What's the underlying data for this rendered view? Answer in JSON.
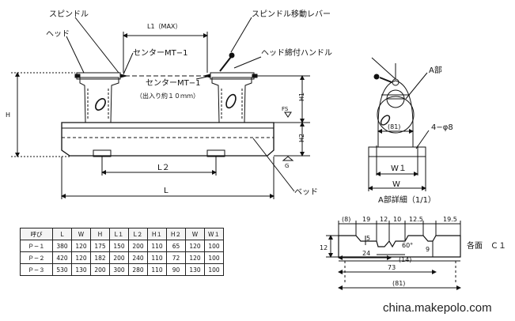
{
  "labels": {
    "spindle": "スピンドル",
    "head": "ヘッド",
    "l1max": "L1（MAX）",
    "spindle_lever": "スピンドル移動レバー",
    "center_mt1_a": "センターMT−1",
    "center_mt1_b": "センターMT−1",
    "protrusion": "（出入り約１０ｍｍ）",
    "head_handle": "ヘッド締付ハンドル",
    "h": "H",
    "h1": "H1",
    "h2": "H2",
    "fs": "FS",
    "g": "G",
    "l2": "L２",
    "l": "L",
    "bed": "ベッド",
    "part_a": "A部",
    "dim81_side": "(81)",
    "holes": "4−φ8",
    "w1": "W１",
    "w": "W",
    "detail_title": "A部詳細（1/1）",
    "each_face": "各面　Ｃ１"
  },
  "detail_dims": {
    "top": [
      "(8)",
      "19",
      "12",
      "10",
      "12.5",
      "19.5"
    ],
    "left": "12",
    "d5": "5",
    "angle": "60°",
    "d14": "(14)",
    "d9": "9",
    "d24": "24",
    "d73": "73",
    "d81": "(81)"
  },
  "table": {
    "headers": [
      "呼び",
      "L",
      "W",
      "H",
      "L１",
      "L２",
      "H１",
      "H２",
      "W",
      "W１"
    ],
    "rows": [
      [
        "Ｐ−１",
        "380",
        "120",
        "175",
        "150",
        "200",
        "110",
        "65",
        "120",
        "100"
      ],
      [
        "Ｐ−２",
        "420",
        "120",
        "182",
        "200",
        "240",
        "110",
        "72",
        "120",
        "100"
      ],
      [
        "Ｐ−３",
        "530",
        "130",
        "200",
        "300",
        "280",
        "110",
        "90",
        "130",
        "100"
      ]
    ]
  },
  "watermark": "china.makepolo.com"
}
